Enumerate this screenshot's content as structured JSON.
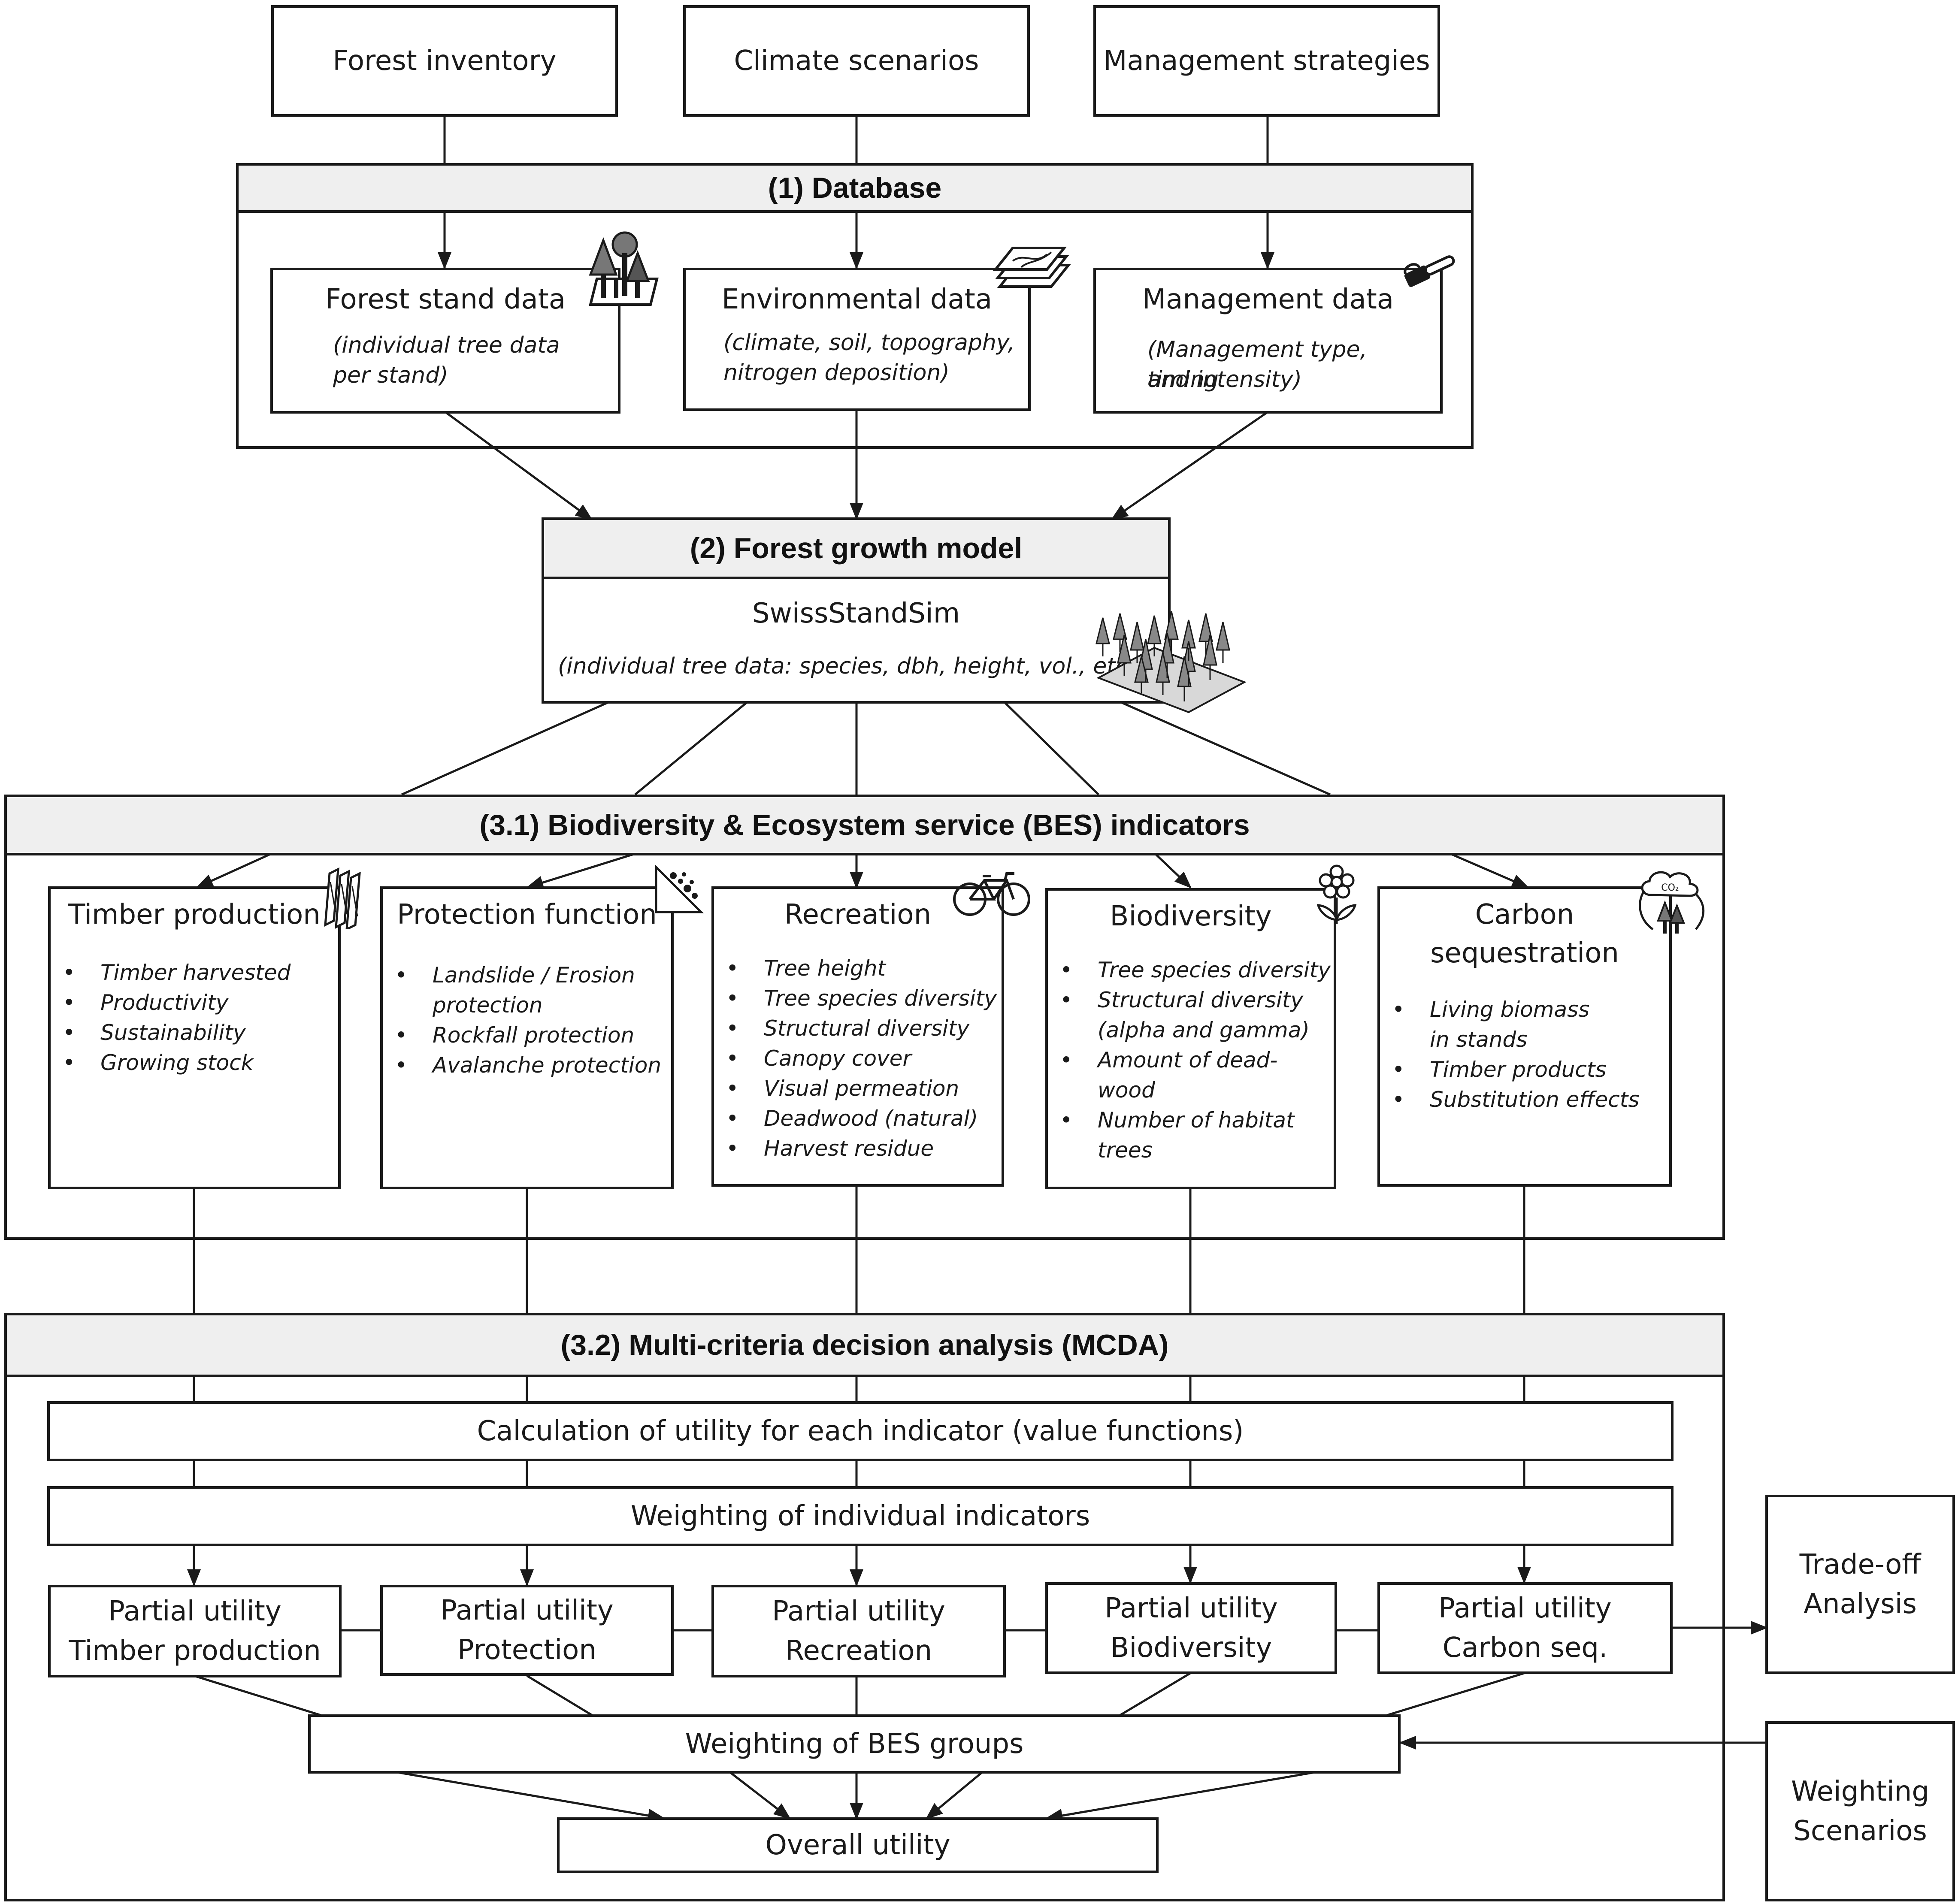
{
  "inputs": {
    "forest_inventory": "Forest inventory",
    "climate_scenarios": "Climate scenarios",
    "management_strategies": "Management strategies"
  },
  "database": {
    "header": "(1) Database",
    "forest_stand": {
      "title": "Forest stand data",
      "desc_1": "(individual tree data",
      "desc_2": "per stand)"
    },
    "environmental": {
      "title": "Environmental data",
      "desc_1": "(climate, soil, topography,",
      "desc_2": "nitrogen deposition)"
    },
    "management": {
      "title": "Management data",
      "desc_1": "(Management type, timing",
      "desc_2": "and intensity)"
    }
  },
  "growth_model": {
    "header": "(2) Forest growth model",
    "model_name": "SwissStandSim",
    "desc": "(individual tree data: species, dbh, height, vol., etc.)"
  },
  "bes": {
    "header": "(3.1) Biodiversity & Ecosystem service (BES) indicators",
    "timber": {
      "title": "Timber production",
      "items": [
        "Timber harvested",
        "Productivity",
        "Sustainability",
        "Growing stock"
      ]
    },
    "protection": {
      "title": "Protection function",
      "items": [
        "Landslide / Erosion",
        "protection",
        "Rockfall protection",
        "Avalanche protection"
      ]
    },
    "recreation": {
      "title": "Recreation",
      "items": [
        "Tree height",
        "Tree species diversity",
        "Structural diversity",
        "Canopy cover",
        "Visual permeation",
        "Deadwood (natural)",
        "Harvest residue"
      ]
    },
    "biodiversity": {
      "title": "Biodiversity",
      "items": [
        "Tree species diversity",
        "Structural diversity",
        "(alpha and gamma)",
        "Amount of dead-",
        "wood",
        "Number of habitat",
        "trees"
      ]
    },
    "carbon": {
      "title_1": "Carbon",
      "title_2": "sequestration",
      "items": [
        "Living biomass",
        "in stands",
        "Timber products",
        "Substitution effects"
      ],
      "co2_label": "CO₂"
    }
  },
  "mcda": {
    "header": "(3.2) Multi-criteria decision analysis (MCDA)",
    "calc_utility": "Calculation of utility for each indicator (value functions)",
    "weight_indicators": "Weighting of individual indicators",
    "partials": [
      {
        "line1": "Partial utility",
        "line2": "Timber production"
      },
      {
        "line1": "Partial utility",
        "line2": "Protection"
      },
      {
        "line1": "Partial utility",
        "line2": "Recreation"
      },
      {
        "line1": "Partial utility",
        "line2": "Biodiversity"
      },
      {
        "line1": "Partial utility",
        "line2": "Carbon seq."
      }
    ],
    "weight_groups": "Weighting of BES groups",
    "overall": "Overall utility"
  },
  "side": {
    "tradeoff_1": "Trade-off",
    "tradeoff_2": "Analysis",
    "weighting_1": "Weighting",
    "weighting_2": "Scenarios"
  },
  "icons": [
    "forest-stand-icon",
    "map-layers-icon",
    "chainsaw-icon",
    "forest-model-icon",
    "timber-icon",
    "rockfall-icon",
    "bicycle-icon",
    "flower-icon",
    "co2-cycle-icon"
  ]
}
